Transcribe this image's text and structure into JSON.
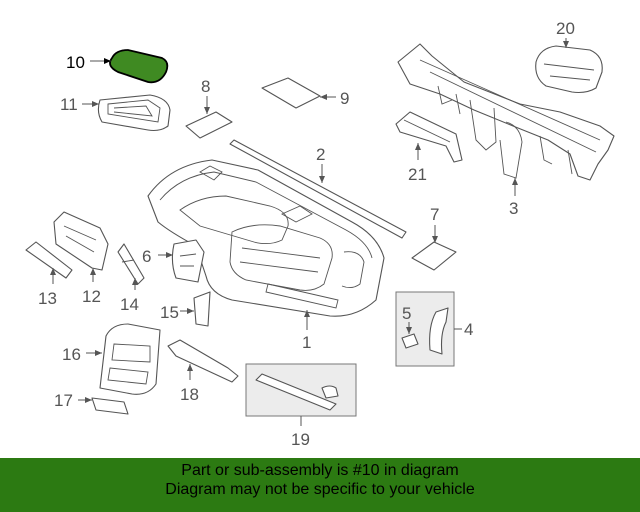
{
  "diagram": {
    "callouts": {
      "c1": "1",
      "c2": "2",
      "c3": "3",
      "c4": "4",
      "c5": "5",
      "c6": "6",
      "c7": "7",
      "c8": "8",
      "c9": "9",
      "c10": "10",
      "c11": "11",
      "c12": "12",
      "c13": "13",
      "c14": "14",
      "c15": "15",
      "c16": "16",
      "c17": "17",
      "c18": "18",
      "c19": "19",
      "c20": "20",
      "c21": "21"
    },
    "highlighted_part": "10",
    "colors": {
      "highlight_fill": "#3f8a22",
      "banner": "#2c7a12",
      "line": "#555555",
      "box": "#ececec"
    }
  },
  "banner": {
    "line1": "Part or sub-assembly is #10 in diagram",
    "line2": "Diagram may not be specific to your vehicle"
  }
}
